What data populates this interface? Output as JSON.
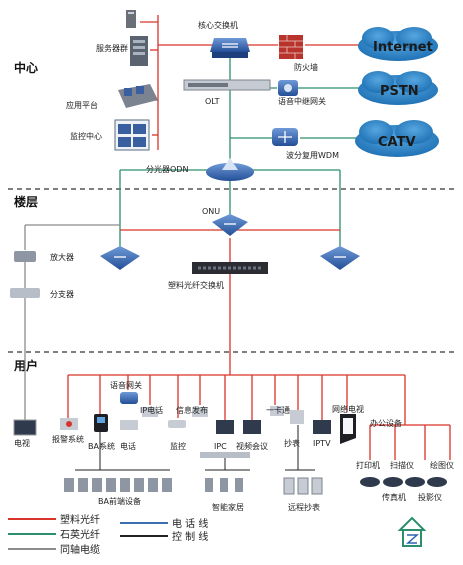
{
  "zones": {
    "center": "中心",
    "floor": "楼层",
    "user": "用户"
  },
  "center": {
    "core_switch": "核心交换机",
    "server_group": "服务器群",
    "app_platform": "应用平台",
    "monitor_center": "监控中心",
    "firewall": "防火墙",
    "olt": "OLT",
    "voice_gateway": "语音中继网关",
    "wdm": "波分复用WDM",
    "splitter_odn": "分光器ODN"
  },
  "clouds": {
    "internet": "Internet",
    "pstn": "PSTN",
    "catv": "CATV"
  },
  "floor": {
    "onu": "ONU",
    "amplifier": "放大器",
    "splitter": "分支器",
    "pof_switch": "塑料光纤交换机"
  },
  "user": {
    "tv": "电视",
    "alarm": "报警系统",
    "ba_system": "BA系统",
    "ba_front": "BA前端设备",
    "voice_gw": "语音网关",
    "ip_phone": "IP电话",
    "phone": "电话",
    "info_release": "信息发布",
    "monitor": "监控",
    "ipc": "IPC",
    "video_conf": "视频会议",
    "one_card": "一卡通",
    "smart_home": "智能家居",
    "meter": "抄表",
    "remote_meter": "远程抄表",
    "iptv": "IPTV",
    "network_tv": "网络电视",
    "office": "办公设备",
    "printer": "打印机",
    "scanner": "扫描仪",
    "plotter": "绘图仪",
    "fax": "传真机",
    "projector": "投影仪"
  },
  "legend": {
    "pof": "塑料光纤",
    "silica": "石英光纤",
    "coax": "同轴电缆",
    "phone_line": "电 话 线",
    "control_line": "控 制 线"
  },
  "colors": {
    "pof": "#d9342b",
    "silica": "#2a8f6a",
    "coax": "#8c8c8c",
    "phone_line": "#3d6fb0",
    "control_line": "#222222",
    "device_blue": "#2f63b0",
    "cloud": "#1f72b5"
  }
}
